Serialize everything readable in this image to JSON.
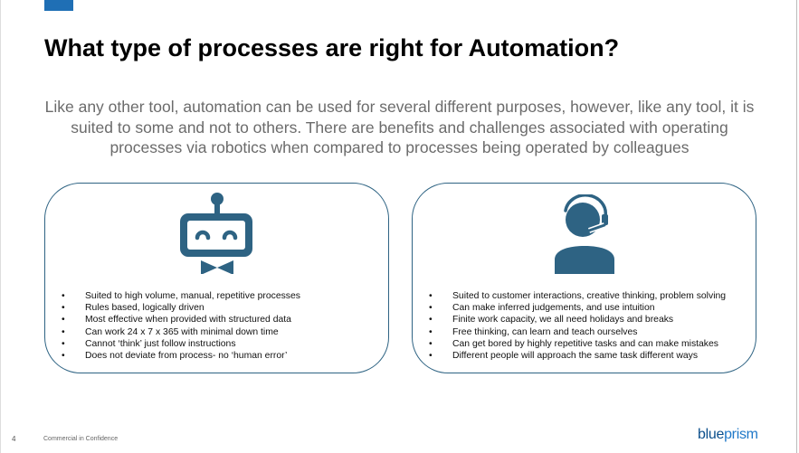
{
  "title": "What type of processes are right for Automation?",
  "intro": "Like any other tool, automation can be used for several different purposes, however, like any tool, it is suited to some and not to others. There are benefits and challenges associated with operating processes via robotics when compared to processes being operated by colleagues",
  "robot_box": {
    "icon": "robot-icon",
    "bullets": [
      "Suited to high volume, manual, repetitive processes",
      "Rules based, logically driven",
      "Most effective when provided with structured data",
      "Can work 24 x 7 x 365 with minimal down time",
      "Cannot ‘think’ just follow instructions",
      "Does not deviate from process- no ‘human error’"
    ]
  },
  "human_box": {
    "icon": "headset-person-icon",
    "bullets": [
      "Suited to customer interactions, creative thinking, problem solving",
      "Can make inferred judgements, and use intuition",
      "Finite work capacity, we all need holidays and breaks",
      "Free thinking, can learn and teach ourselves",
      "Can get bored by highly repetitive tasks and can make mistakes",
      "Different people will approach the same task different ways"
    ]
  },
  "footer": {
    "page": "4",
    "confidentiality": "Commercial in Confidence",
    "logo_a": "blue",
    "logo_b": "prism"
  },
  "colors": {
    "accent": "#2e6383",
    "brand": "#1f6fb5"
  }
}
